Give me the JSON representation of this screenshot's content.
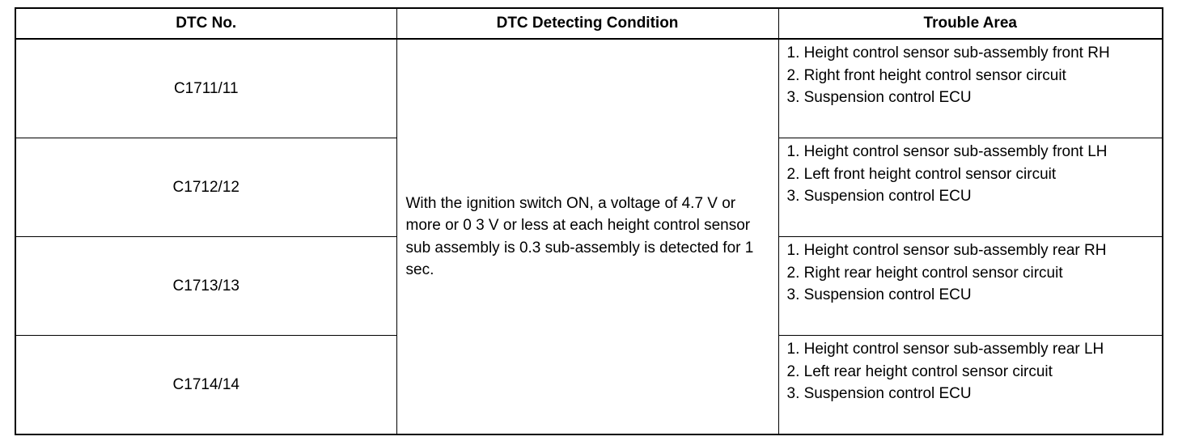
{
  "table": {
    "headers": [
      "DTC No.",
      "DTC Detecting Condition",
      "Trouble Area"
    ],
    "condition": "With the ignition switch ON, a voltage of 4.7 V or more or 0 3 V or less at each height control sensor sub assembly is 0.3 sub-assembly is detected for 1 sec.",
    "rows": [
      {
        "code": "C1711/11",
        "areas": [
          "1. Height control sensor sub-assembly front RH",
          "2. Right front height control sensor circuit",
          "3. Suspension control ECU"
        ]
      },
      {
        "code": "C1712/12",
        "areas": [
          "1. Height control sensor sub-assembly front LH",
          "2. Left front height control sensor circuit",
          "3. Suspension control ECU"
        ]
      },
      {
        "code": "C1713/13",
        "areas": [
          "1. Height control sensor sub-assembly rear RH",
          "2. Right rear height control sensor circuit",
          "3. Suspension control ECU"
        ]
      },
      {
        "code": "C1714/14",
        "areas": [
          "1. Height control sensor sub-assembly rear LH",
          "2. Left rear height control sensor circuit",
          "3. Suspension control ECU"
        ]
      }
    ]
  }
}
